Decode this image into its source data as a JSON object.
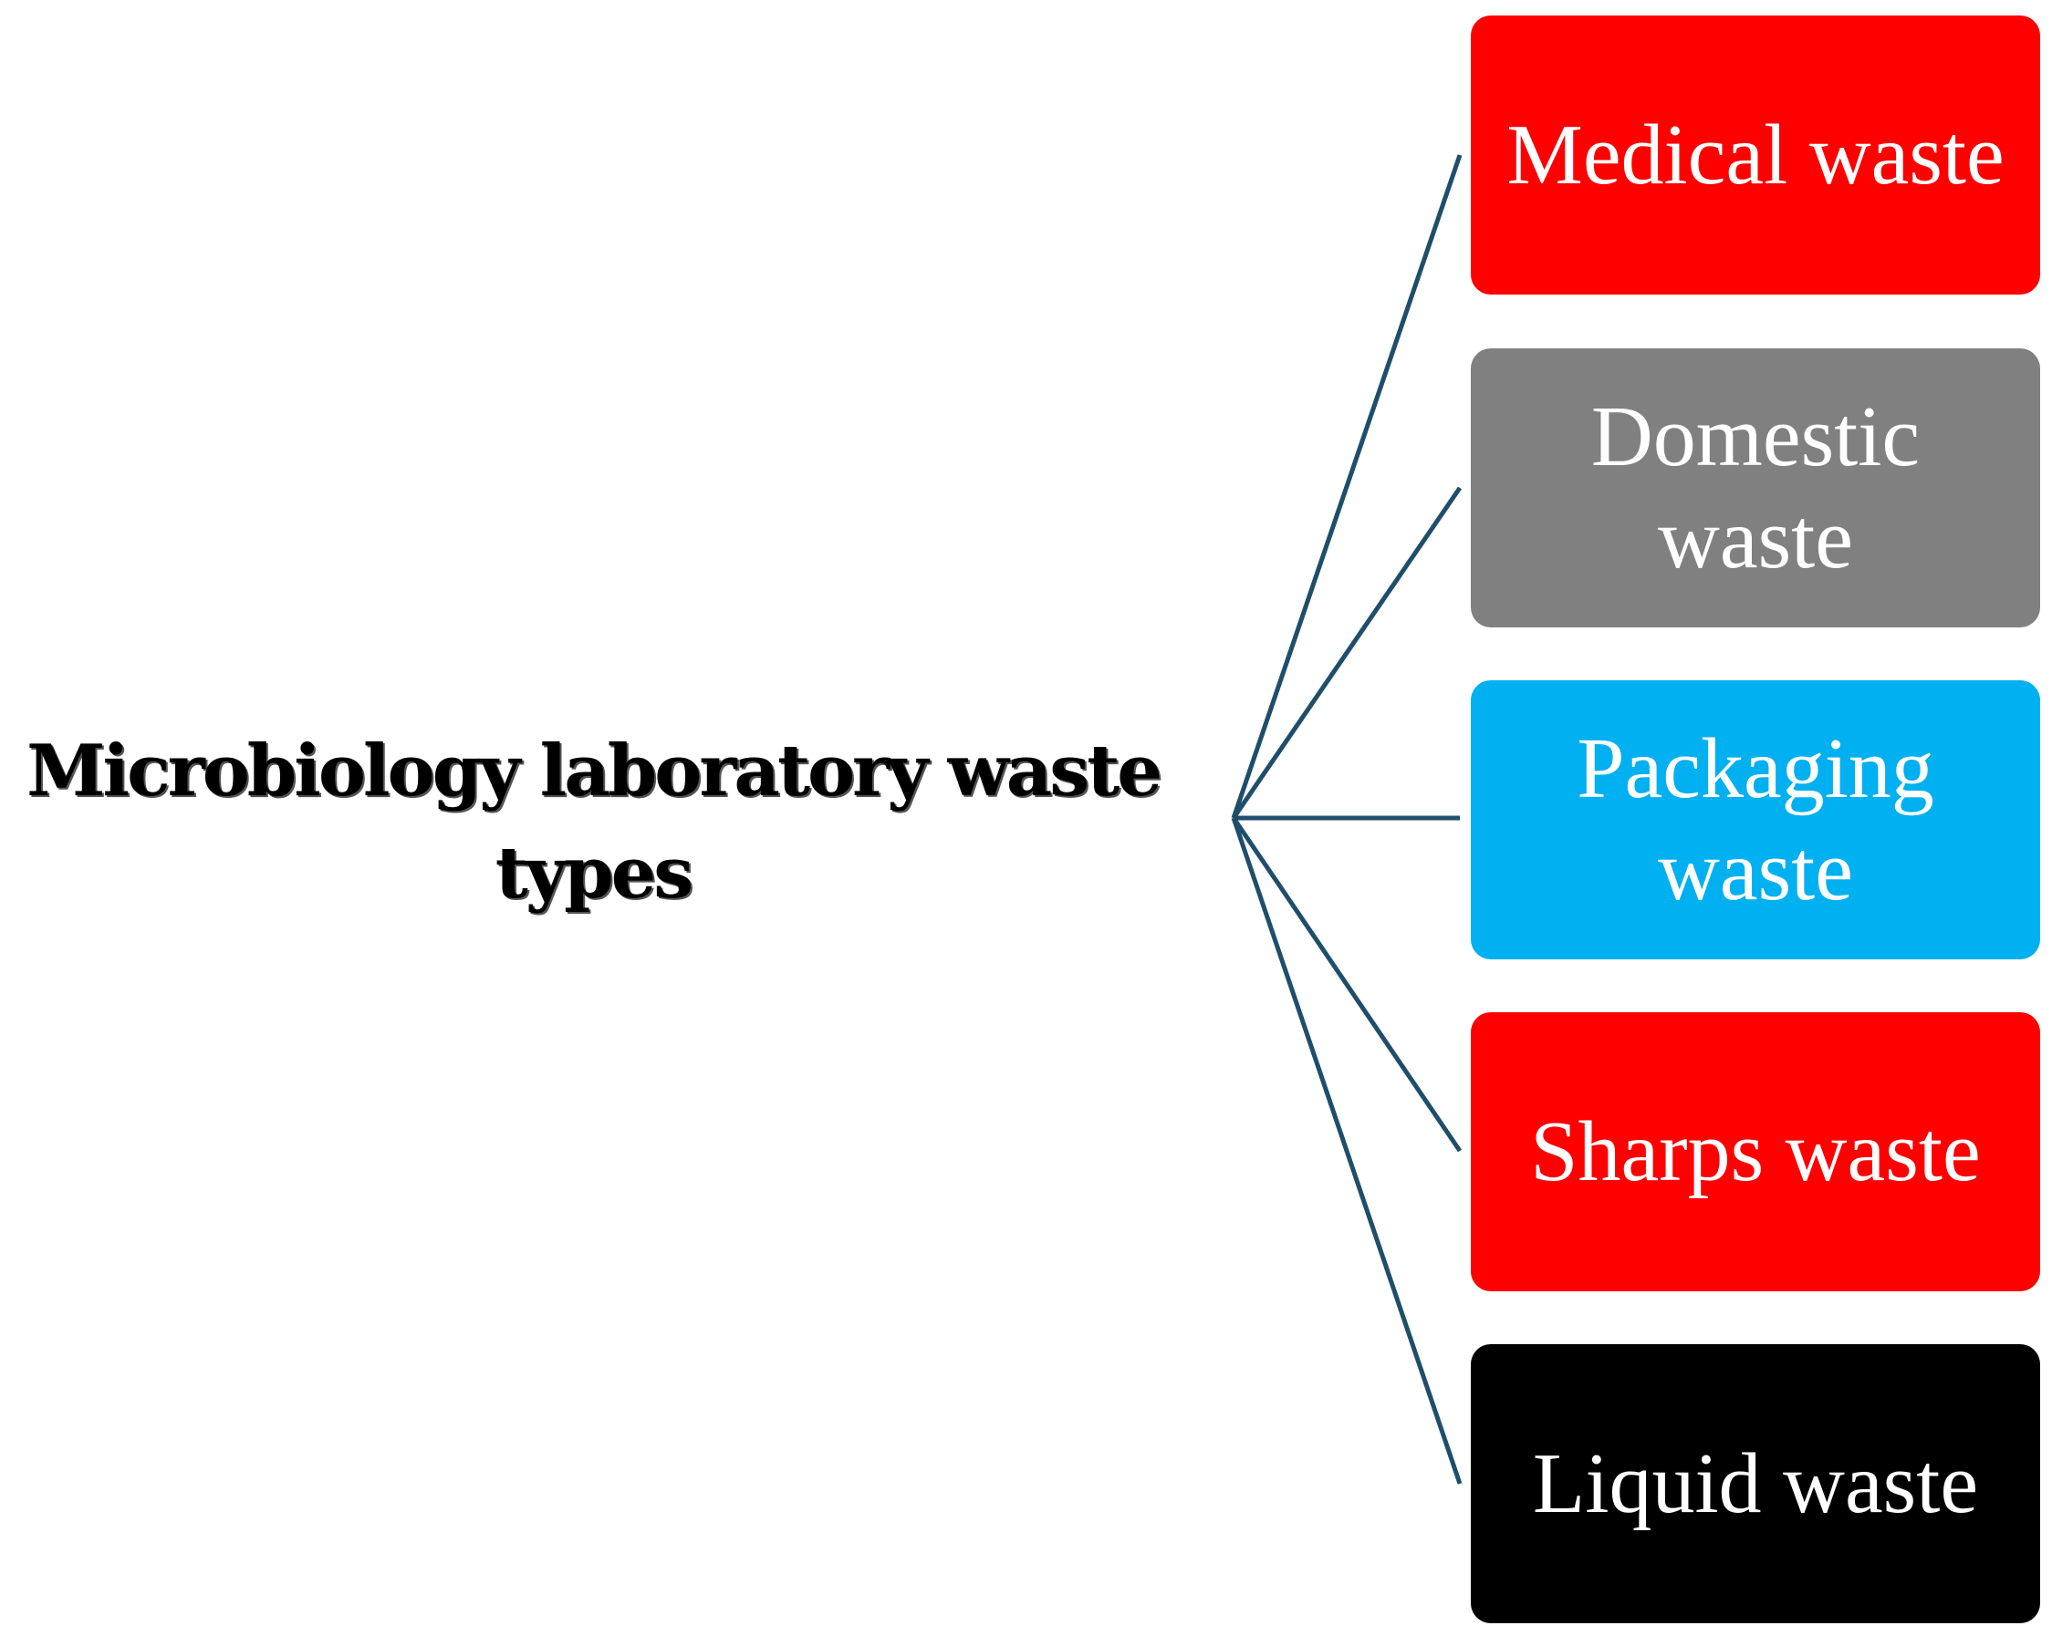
{
  "diagram": {
    "root": {
      "label": "Microbiology laboratory waste types"
    },
    "connector_color": "#1f4e6b",
    "categories": [
      {
        "label": "Medical waste",
        "color": "#ff0000"
      },
      {
        "label": "Domestic waste",
        "color": "#808080"
      },
      {
        "label": "Packaging waste",
        "color": "#00b0f0"
      },
      {
        "label": "Sharps waste",
        "color": "#ff0000"
      },
      {
        "label": "Liquid waste",
        "color": "#000000"
      }
    ]
  }
}
